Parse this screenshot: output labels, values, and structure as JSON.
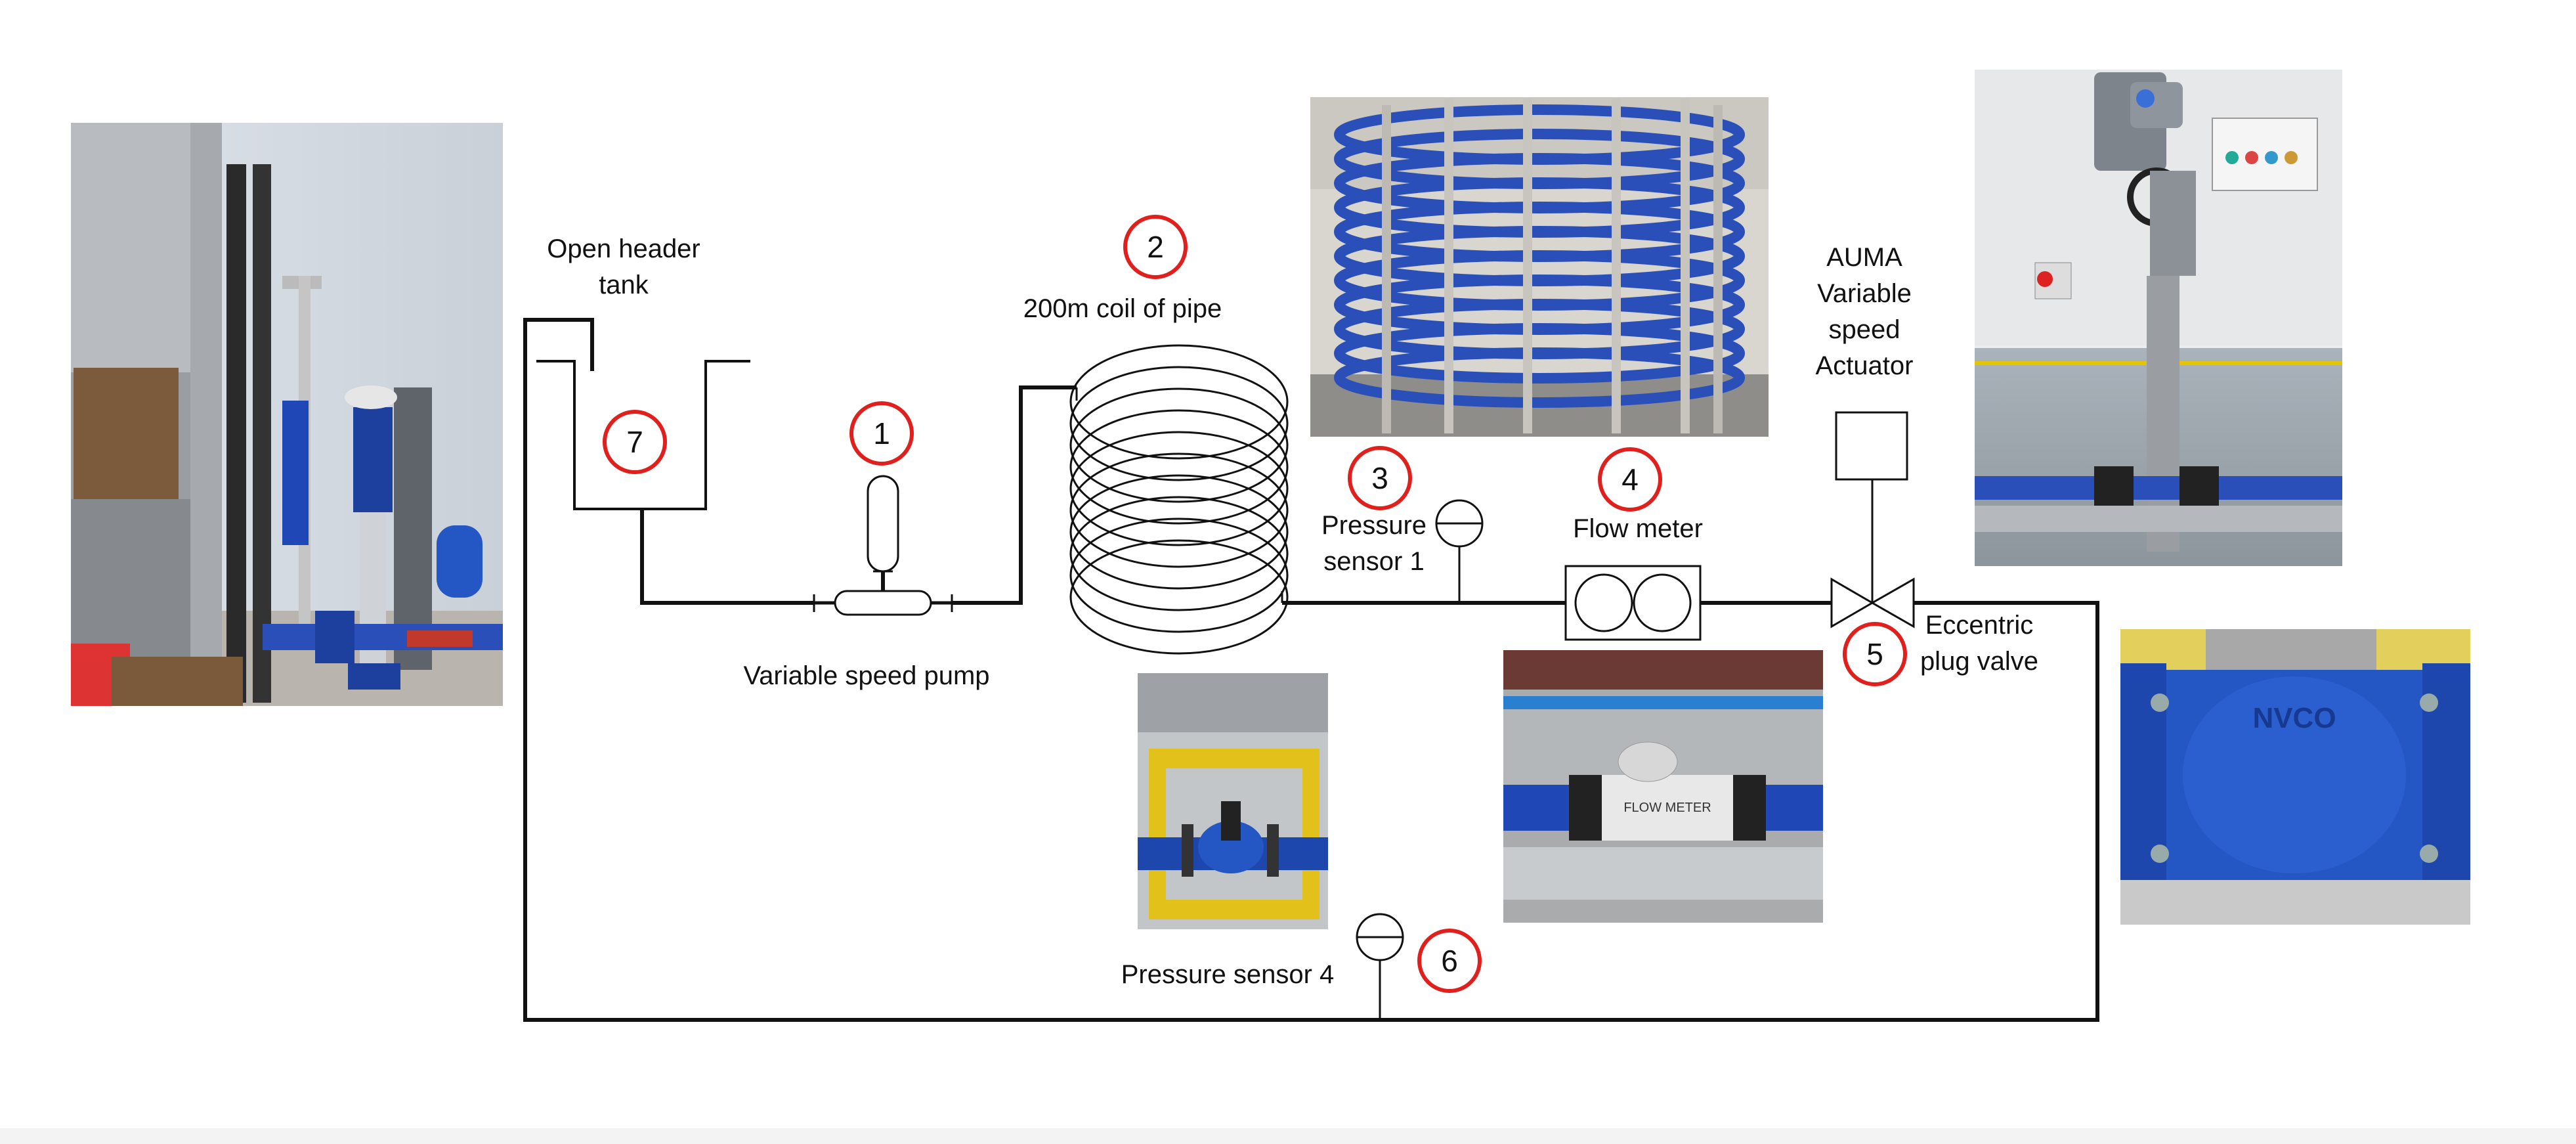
{
  "labels": {
    "open_header_tank_line1": "Open header",
    "open_header_tank_line2": "tank",
    "coil": "200m coil of pipe",
    "auma_line1": "AUMA",
    "auma_line2": "Variable",
    "auma_line3": "speed",
    "auma_line4": "Actuator",
    "pressure_sensor_1_line1": "Pressure",
    "pressure_sensor_1_line2": "sensor 1",
    "flow_meter": "Flow meter",
    "eccentric_line1": "Eccentric",
    "eccentric_line2": "plug valve",
    "variable_speed_pump": "Variable speed pump",
    "pressure_sensor_4": "Pressure sensor 4"
  },
  "markers": [
    "1",
    "2",
    "3",
    "4",
    "5",
    "6",
    "7"
  ],
  "photos": {
    "flow_meter_label": "FLOW METER",
    "valve_brand": "NVCO"
  },
  "colors": {
    "marker_ring": "#e0201c",
    "pipe": "#111111",
    "blue_pipe": "#2b4fb8"
  }
}
